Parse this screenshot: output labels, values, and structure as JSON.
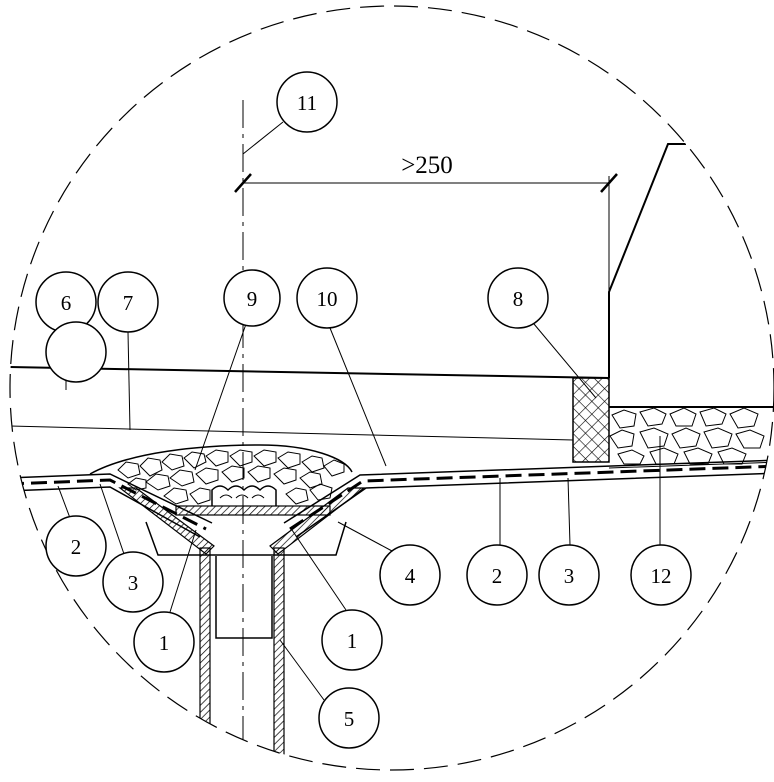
{
  "dimension": {
    "label": ">250"
  },
  "callouts": {
    "c1_left": "1",
    "c1_right": "1",
    "c2_left": "2",
    "c2_right": "2",
    "c3_left": "3",
    "c3_right": "3",
    "c4": "4",
    "c5": "5",
    "c6": "6",
    "c7": "7",
    "c8": "8",
    "c9": "9",
    "c10": "10",
    "c11": "11",
    "c12": "12"
  }
}
